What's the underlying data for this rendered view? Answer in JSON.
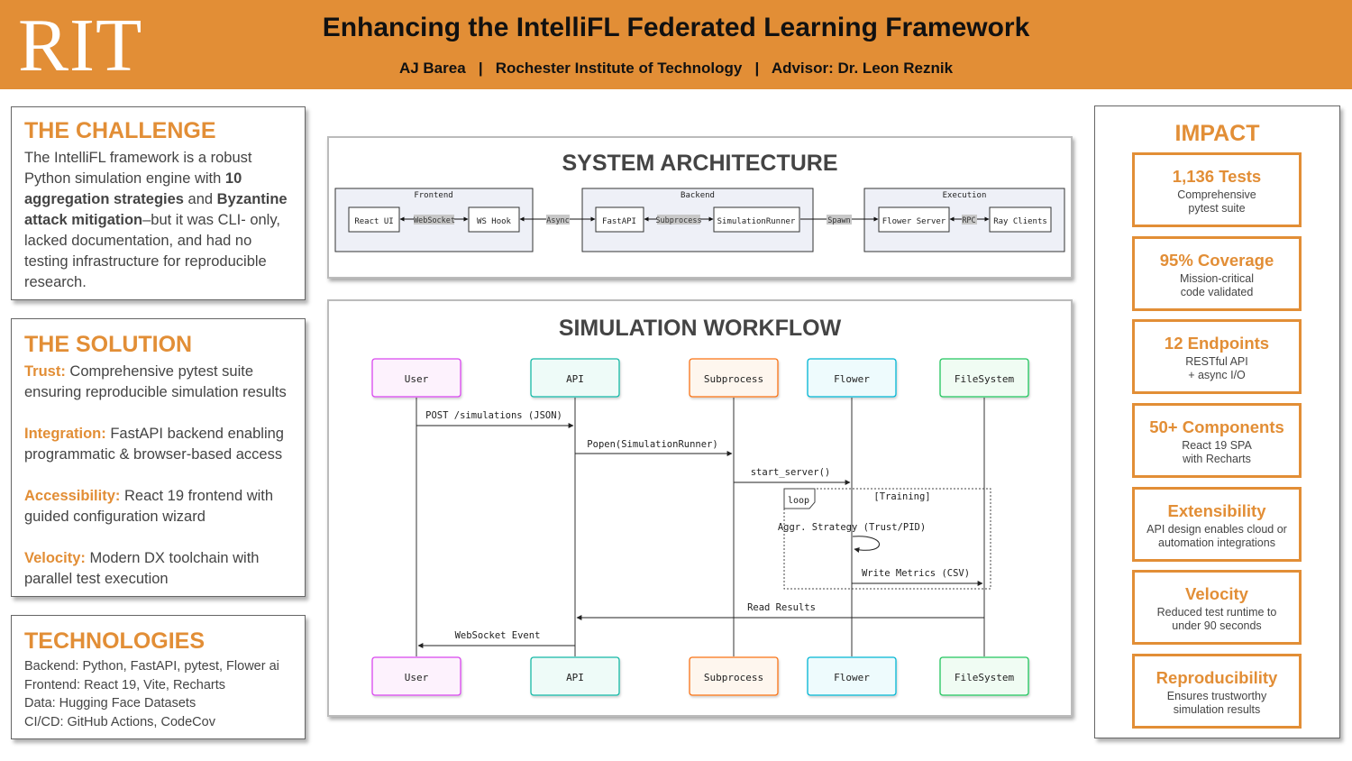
{
  "header": {
    "logo": "RIT",
    "title": "Enhancing the IntelliFL Federated Learning Framework",
    "subtitle": "AJ Barea   |   Rochester Institute of Technology   |   Advisor: Dr. Leon Reznik"
  },
  "challenge": {
    "heading": "THE CHALLENGE",
    "text_1": "The IntelliFL framework is a robust Python simulation engine with ",
    "bold_1": "10 aggregation strategies",
    "text_2": " and ",
    "bold_2": "Byzantine attack mitigation",
    "text_3": "–but it was CLI- only, lacked documentation, and had no testing infrastructure for reproducible research."
  },
  "solution": {
    "heading": "THE SOLUTION",
    "items": [
      {
        "label": "Trust:",
        "text": " Comprehensive pytest suite ensuring reproducible simulation results"
      },
      {
        "label": "Integration:",
        "text": " FastAPI backend enabling programmatic & browser-based access"
      },
      {
        "label": "Accessibility:",
        "text": " React 19 frontend with guided configuration wizard"
      },
      {
        "label": "Velocity:",
        "text": " Modern DX toolchain with parallel test execution"
      }
    ]
  },
  "technologies": {
    "heading": "TECHNOLOGIES",
    "lines": [
      "Backend: Python, FastAPI, pytest, Flower ai",
      "Frontend: React 19, Vite, Recharts",
      "Data: Hugging Face Datasets",
      "CI/CD: GitHub Actions, CodeCov"
    ]
  },
  "architecture": {
    "title": "SYSTEM ARCHITECTURE",
    "groups": [
      "Frontend",
      "Backend",
      "Execution"
    ],
    "nodes": [
      "React UI",
      "WS Hook",
      "FastAPI",
      "SimulationRunner",
      "Flower Server",
      "Ray Clients"
    ],
    "edges": [
      "WebSocket",
      "Async",
      "Subprocess",
      "Spawn",
      "RPC"
    ]
  },
  "workflow": {
    "title": "SIMULATION WORKFLOW",
    "participants": [
      "User",
      "API",
      "Subprocess",
      "Flower",
      "FileSystem"
    ],
    "messages": [
      "POST /simulations (JSON)",
      "Popen(SimulationRunner)",
      "start_server()",
      "Aggr. Strategy (Trust/PID)",
      "Write Metrics (CSV)",
      "Read Results",
      "WebSocket Event"
    ],
    "loop_label": "loop",
    "loop_condition": "[Training]"
  },
  "impact": {
    "heading": "IMPACT",
    "cards": [
      {
        "title": "1,136 Tests",
        "desc": "Comprehensive\npytest suite"
      },
      {
        "title": "95% Coverage",
        "desc": "Mission-critical\ncode validated"
      },
      {
        "title": "12 Endpoints",
        "desc": "RESTful API\n+ async I/O"
      },
      {
        "title": "50+ Components",
        "desc": "React 19 SPA\nwith Recharts"
      },
      {
        "title": "Extensibility",
        "desc": "API design enables cloud or\nautomation integrations"
      },
      {
        "title": "Velocity",
        "desc": "Reduced test runtime to\nunder 90 seconds"
      },
      {
        "title": "Reproducibility",
        "desc": "Ensures trustworthy\nsimulation results"
      }
    ]
  },
  "colors": {
    "accent": "#e28e36",
    "user": "#d946ef",
    "api": "#14b8a6",
    "subprocess": "#f97316",
    "flower": "#06b6d4",
    "filesystem": "#22c55e"
  }
}
